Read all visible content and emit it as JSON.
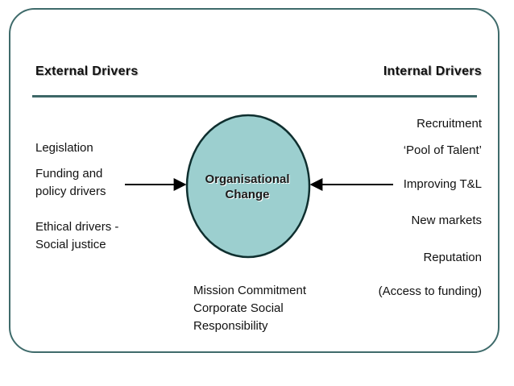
{
  "headings": {
    "external": "External Drivers",
    "internal": "Internal Drivers"
  },
  "external_drivers": [
    "Legislation",
    "Funding and policy drivers",
    "Ethical drivers - Social justice"
  ],
  "internal_drivers": [
    "Recruitment",
    "‘Pool of Talent’",
    "Improving T&L",
    "New markets",
    "Reputation",
    "(Access to funding)"
  ],
  "center": "Organisational Change",
  "mission_lines": [
    "Mission Commitment",
    "Corporate Social",
    "Responsibility"
  ],
  "colors": {
    "frame": "#3f6b6b",
    "ellipse_fill": "#9ccfcf",
    "ellipse_stroke": "#0f2f2f"
  }
}
